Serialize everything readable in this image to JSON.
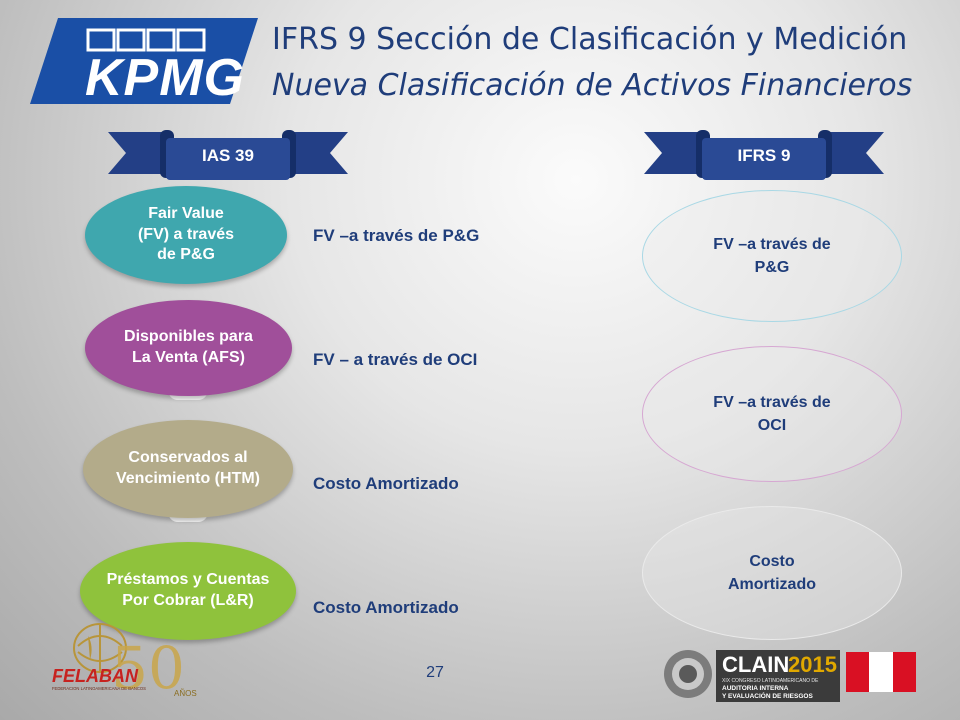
{
  "logo": {
    "text": "KPMG"
  },
  "title": {
    "line1": "IFRS 9 Sección de Clasificación y Medición",
    "line2": "Nueva Clasificación  de Activos Financieros"
  },
  "banners": {
    "left": "IAS 39",
    "right": "IFRS 9"
  },
  "ias39": [
    {
      "line1": "Fair Value",
      "line2": "(FV) a través",
      "line3": "de P&G",
      "color": "#3fa7ae"
    },
    {
      "line1": "Disponibles para",
      "line2": "La Venta (AFS)",
      "color": "#a04f9a"
    },
    {
      "line1": "Conservados al",
      "line2": "Vencimiento (HTM)",
      "color": "#b3ab8a"
    },
    {
      "line1": "Préstamos y Cuentas",
      "line2": "Por Cobrar (L&R)",
      "color": "#8fc23c"
    }
  ],
  "measurement": [
    "FV –a través de P&G",
    "FV – a través de OCI",
    "Costo Amortizado",
    "Costo Amortizado"
  ],
  "ifrs9": [
    {
      "line1": "FV –a través de",
      "line2": "P&G"
    },
    {
      "line1": "FV –a través de",
      "line2": "OCI"
    },
    {
      "line1": "Costo",
      "line2": "Amortizado"
    }
  ],
  "page_number": "27",
  "footer": {
    "felaban": {
      "name": "FELABAN",
      "subtitle": "FEDERACION LATINOAMERICANA DE BANCOS",
      "anniversary": "50",
      "years": "AÑOS"
    },
    "clain": {
      "name": "CLAIN",
      "year": "2015",
      "line1": "XIX CONGRESO LATINOAMERICANO DE",
      "line2": "AUDITORIA INTERNA",
      "line3": "Y EVALUACIÓN DE RIESGOS"
    }
  },
  "colors": {
    "brand_blue": "#1f3d7a",
    "kpmg_blue": "#1a4fa6",
    "banner_blue": "#1f3d7a"
  }
}
